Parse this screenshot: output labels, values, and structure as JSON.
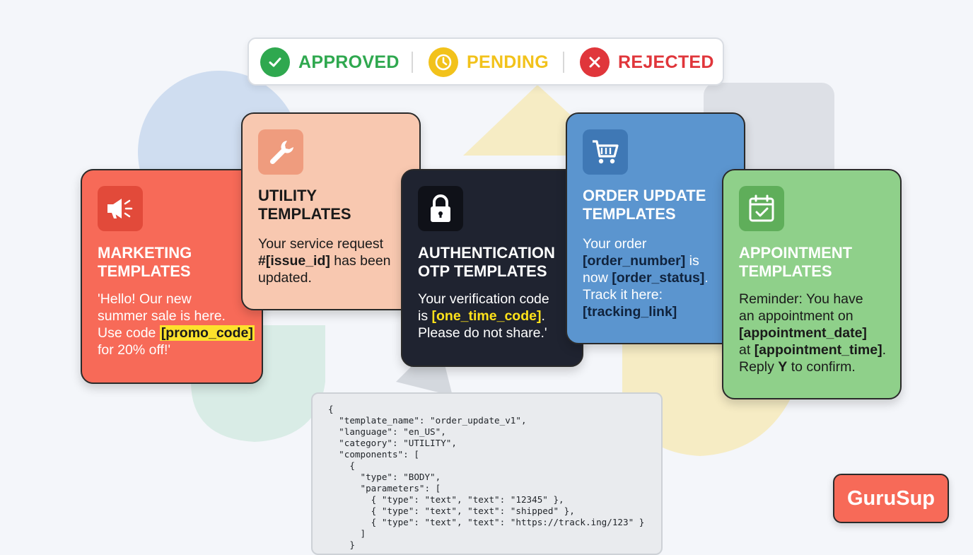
{
  "status_bar": {
    "items": [
      {
        "label": "APPROVED",
        "icon": "check-icon",
        "color": "#2fa84f"
      },
      {
        "label": "PENDING",
        "icon": "clock-icon",
        "color": "#f2c21b"
      },
      {
        "label": "REJECTED",
        "icon": "x-icon",
        "color": "#e0363b"
      }
    ]
  },
  "cards": {
    "marketing": {
      "icon": "megaphone-icon",
      "title": "MARKETING\nTEMPLATES",
      "body": {
        "line1": "'Hello! Our new",
        "line2": "summer sale is here.",
        "line3_pre": "Use code ",
        "placeholder": "[promo_code]",
        "line4": "for 20% off!'"
      },
      "color": "#f76a58"
    },
    "utility": {
      "icon": "wrench-icon",
      "title": "UTILITY\nTEMPLATES",
      "body": {
        "line1": "Your service request",
        "placeholder": "#[issue_id]",
        "line2_post": " has been",
        "line3": "updated."
      },
      "color": "#f8c8b0"
    },
    "authentication": {
      "icon": "lock-icon",
      "title": "AUTHENTICATION\nOTP TEMPLATES",
      "body": {
        "line1": "Your verification code",
        "line2_pre": "is ",
        "placeholder": "[one_time_code]",
        "line2_post": ".",
        "line3": "Please do not share.'"
      },
      "color": "#1f2330"
    },
    "order_update": {
      "icon": "cart-icon",
      "title": "ORDER UPDATE\nTEMPLATES",
      "body": {
        "line1": "Your order",
        "placeholder1": "[order_number]",
        "line2_post": " is",
        "line3_pre": "now ",
        "placeholder2": "[order_status]",
        "line3_post": ".",
        "line4": "Track it here:",
        "placeholder3": "[tracking_link]"
      },
      "color": "#5b95cf"
    },
    "appointment": {
      "icon": "calendar-check-icon",
      "title": "APPOINTMENT\nTEMPLATES",
      "body": {
        "line1": "Reminder: You have",
        "line2": "an appointment on",
        "placeholder1": "[appointment_date]",
        "line4_pre": "at ",
        "placeholder2": "[appointment_time]",
        "line4_post": ".",
        "line5_pre": "Reply ",
        "bold_y": "Y",
        "line5_post": " to confirm."
      },
      "color": "#8fd08a"
    }
  },
  "code_sample": {
    "lines": [
      "{",
      "  \"template_name\": \"order_update_v1\",",
      "  \"language\": \"en_US\",",
      "  \"category\": \"UTILITY\",",
      "  \"components\": [",
      "    {",
      "      \"type\": \"BODY\",",
      "      \"parameters\": [",
      "        { \"type\": \"text\", \"text\": \"12345\" },",
      "        { \"type\": \"text\", \"text\": \"shipped\" },",
      "        { \"type\": \"text\", \"text\": \"https://track.ing/123\" }",
      "      ]",
      "    }"
    ]
  },
  "brand": {
    "label": "GuruSup"
  }
}
